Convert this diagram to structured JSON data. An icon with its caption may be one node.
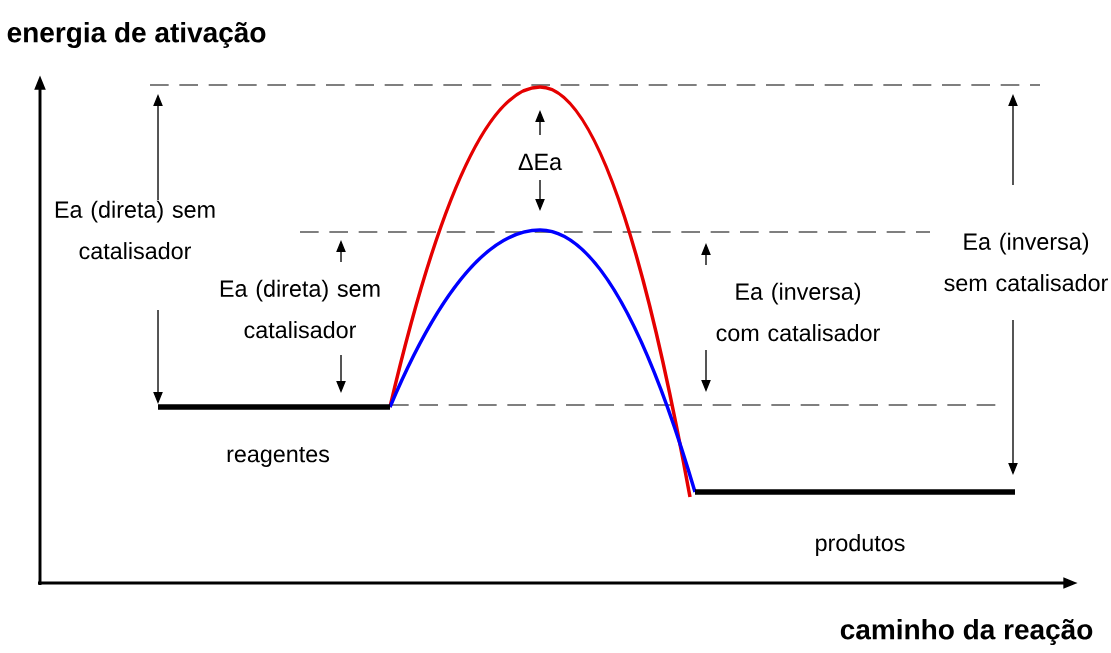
{
  "diagram": {
    "labels": [
      "energia de ativação",
      "Ea (direta) sem catalisador",
      "ΔEa",
      "Ea (inversa) sem catalisador",
      "Ea (direta) sem catalisador",
      "Ea (inversa) com catalisador",
      "reagentes",
      "produtos",
      "caminho da reação"
    ]
  }
}
